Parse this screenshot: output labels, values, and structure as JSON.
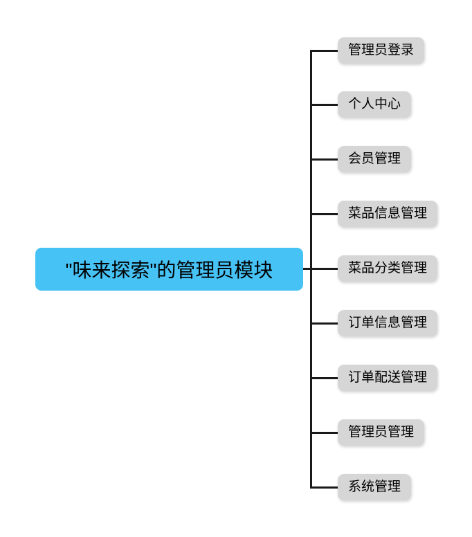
{
  "diagram": {
    "title": "admin module tree",
    "root": {
      "label": "\"味来探索\"的管理员模块",
      "color": "#47c2f5"
    },
    "children": [
      {
        "label": "管理员登录"
      },
      {
        "label": "个人中心"
      },
      {
        "label": "会员管理"
      },
      {
        "label": "菜品信息管理"
      },
      {
        "label": "菜品分类管理"
      },
      {
        "label": "订单信息管理"
      },
      {
        "label": "订单配送管理"
      },
      {
        "label": "管理员管理"
      },
      {
        "label": "系统管理"
      }
    ],
    "colors": {
      "root_fill": "#47c2f5",
      "child_fill": "#d6d6d6",
      "line": "#1a1a1a",
      "background": "#ffffff",
      "text": "#000000"
    }
  }
}
